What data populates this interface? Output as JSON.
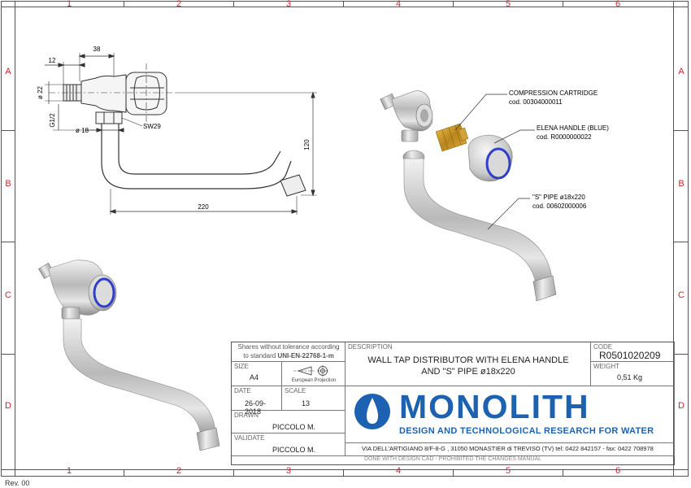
{
  "grid": {
    "columns": [
      "1",
      "2",
      "3",
      "4",
      "5",
      "6"
    ],
    "rows": [
      "A",
      "B",
      "C",
      "D"
    ]
  },
  "dimensions": {
    "d38": "38",
    "d12": "12",
    "phi22": "ø 22",
    "g12": "G1/2",
    "phi18": "ø 18",
    "sw29": "SW29",
    "d120": "120",
    "d220": "220"
  },
  "callouts": {
    "cartridge_name": "COMPRESSION CARTRIDGE",
    "cartridge_code": "cod. 00304000011",
    "handle_name": "ELENA HANDLE (BLUE)",
    "handle_code": "cod. R0000000022",
    "pipe_name": "\"S\" PIPE ø18x220",
    "pipe_code": "cod. 00602000006"
  },
  "title_block": {
    "tolerance_line1": "Shares without tolerance according",
    "tolerance_line2_prefix": "to standard",
    "tolerance_std": "UNI-EN-22768-1-m",
    "size_label": "SIZE",
    "size_value": "A4",
    "projection_label": "European Projection",
    "date_label": "DATE",
    "date_value": "26-09-2018",
    "scale_label": "SCALE",
    "scale_value": "13",
    "drawn_label": "DRAWN",
    "drawn_value": "PICCOLO M.",
    "validate_label": "VALIDATE",
    "validate_value": "PICCOLO M.",
    "description_label": "DESCRIPTION",
    "description_line1": "WALL TAP DISTRIBUTOR WITH ELENA HANDLE",
    "description_line2": "AND \"S\" PIPE ø18x220",
    "code_label": "CODE",
    "code_value": "R0501020209",
    "weight_label": "WEIGHT",
    "weight_value": "0,51 Kg",
    "company": "MONOLITH",
    "tagline": "DESIGN AND TECHNOLOGICAL RESEARCH FOR WATER",
    "address": "VIA DELL'ARTIGIANO 8/F-8-G , 31050 MONASTIER di TREVISO (TV) tel: 0422 842157 - fax: 0422 708978",
    "footer_note": "DONE WITH DESIGN CAD - PROHIBITED THE CHANGES MANUAL"
  },
  "revision": "Rev. 00",
  "colors": {
    "zone_label": "#d1202e",
    "brand_blue": "#1d62b0",
    "handle_ring": "#2f3fc8"
  }
}
